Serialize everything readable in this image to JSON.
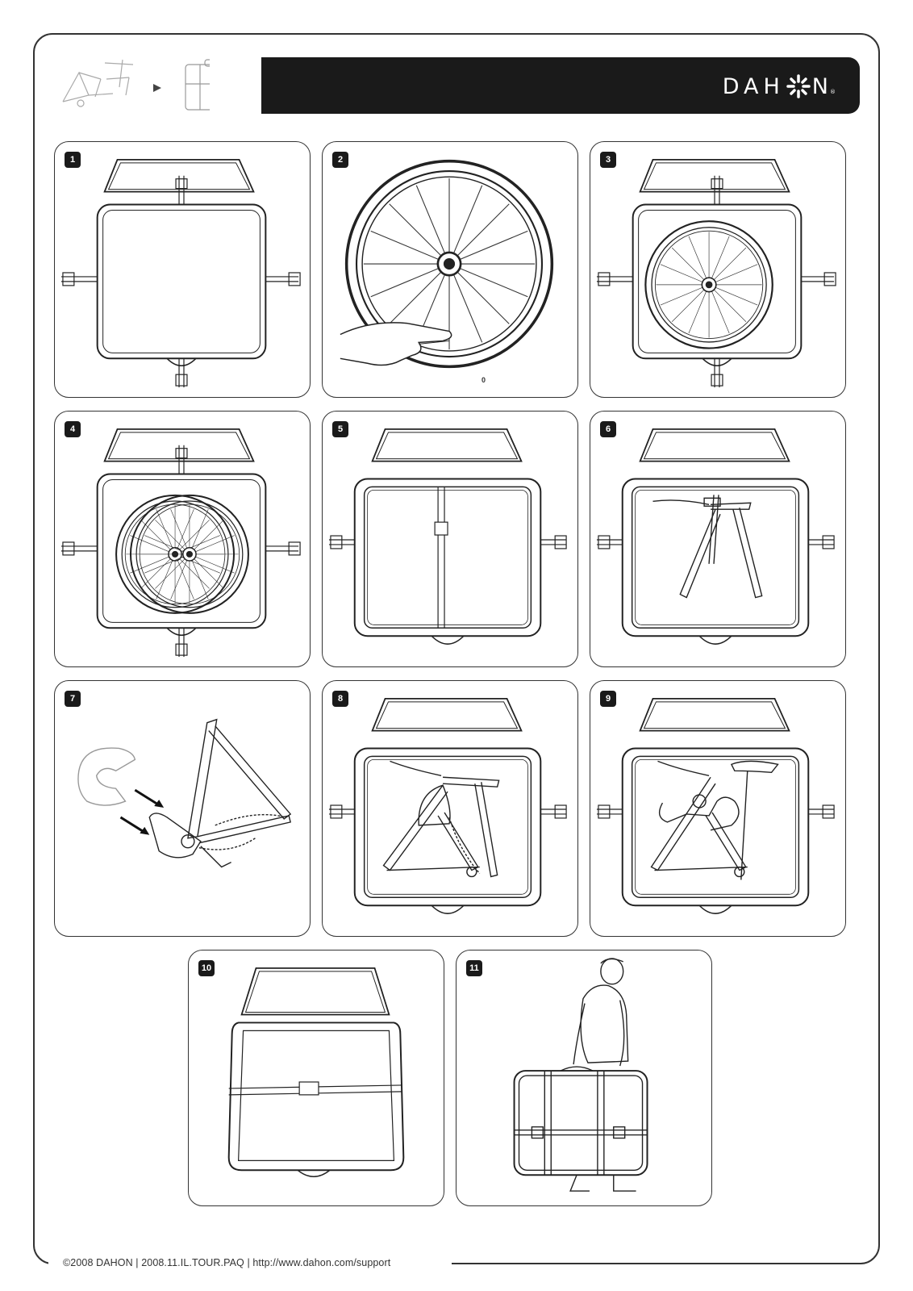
{
  "header": {
    "brand": "DAHON",
    "registered_mark": "®",
    "thumbnail": {
      "from": "folded-bike-frame",
      "arrow": "play-arrow",
      "to": "travel-case"
    }
  },
  "steps": [
    {
      "number": "1",
      "illustration": "open-empty-case"
    },
    {
      "number": "2",
      "illustration": "deflate-wheel",
      "note": "0"
    },
    {
      "number": "3",
      "illustration": "case-with-one-wheel"
    },
    {
      "number": "4",
      "illustration": "case-with-two-wheels"
    },
    {
      "number": "5",
      "illustration": "case-with-divider-strap"
    },
    {
      "number": "6",
      "illustration": "case-with-fork-and-bars"
    },
    {
      "number": "7",
      "illustration": "protect-chainring-with-cover"
    },
    {
      "number": "8",
      "illustration": "case-with-frame"
    },
    {
      "number": "9",
      "illustration": "case-with-frame-and-saddle"
    },
    {
      "number": "10",
      "illustration": "case-lid-strapped"
    },
    {
      "number": "11",
      "illustration": "person-carrying-case"
    }
  ],
  "footer": {
    "text": "©2008 DAHON | 2008.11.IL.TOUR.PAQ | http://www.dahon.com/support"
  }
}
